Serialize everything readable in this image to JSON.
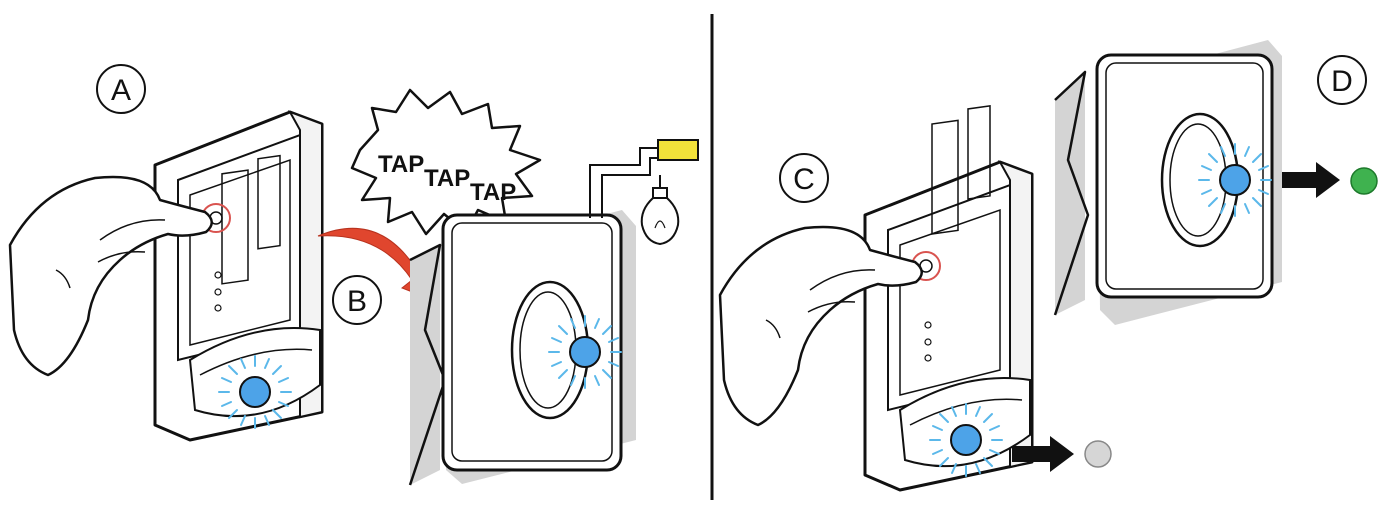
{
  "steps": {
    "a": "A",
    "b": "B",
    "c": "C",
    "d": "D"
  },
  "bubble": {
    "tap1": "TAP",
    "tap2": "TAP",
    "tap3": "TAP"
  },
  "colors": {
    "led_blue": "#4da3e8",
    "ray_blue": "#5bb8ea",
    "ok_green": "#3fb24f",
    "off_grey": "#d6d6d6",
    "arrow_red": "#e0462e",
    "highlight_red": "#d9534f",
    "bulb_yellow": "#f2e23a",
    "shadow_grey": "#d4d4d4"
  },
  "icons": [
    "hand-icon",
    "switch-module-icon",
    "wall-switch-icon",
    "light-bulb-icon",
    "led-indicator-icon",
    "status-dot-icon",
    "arrow-icon"
  ]
}
